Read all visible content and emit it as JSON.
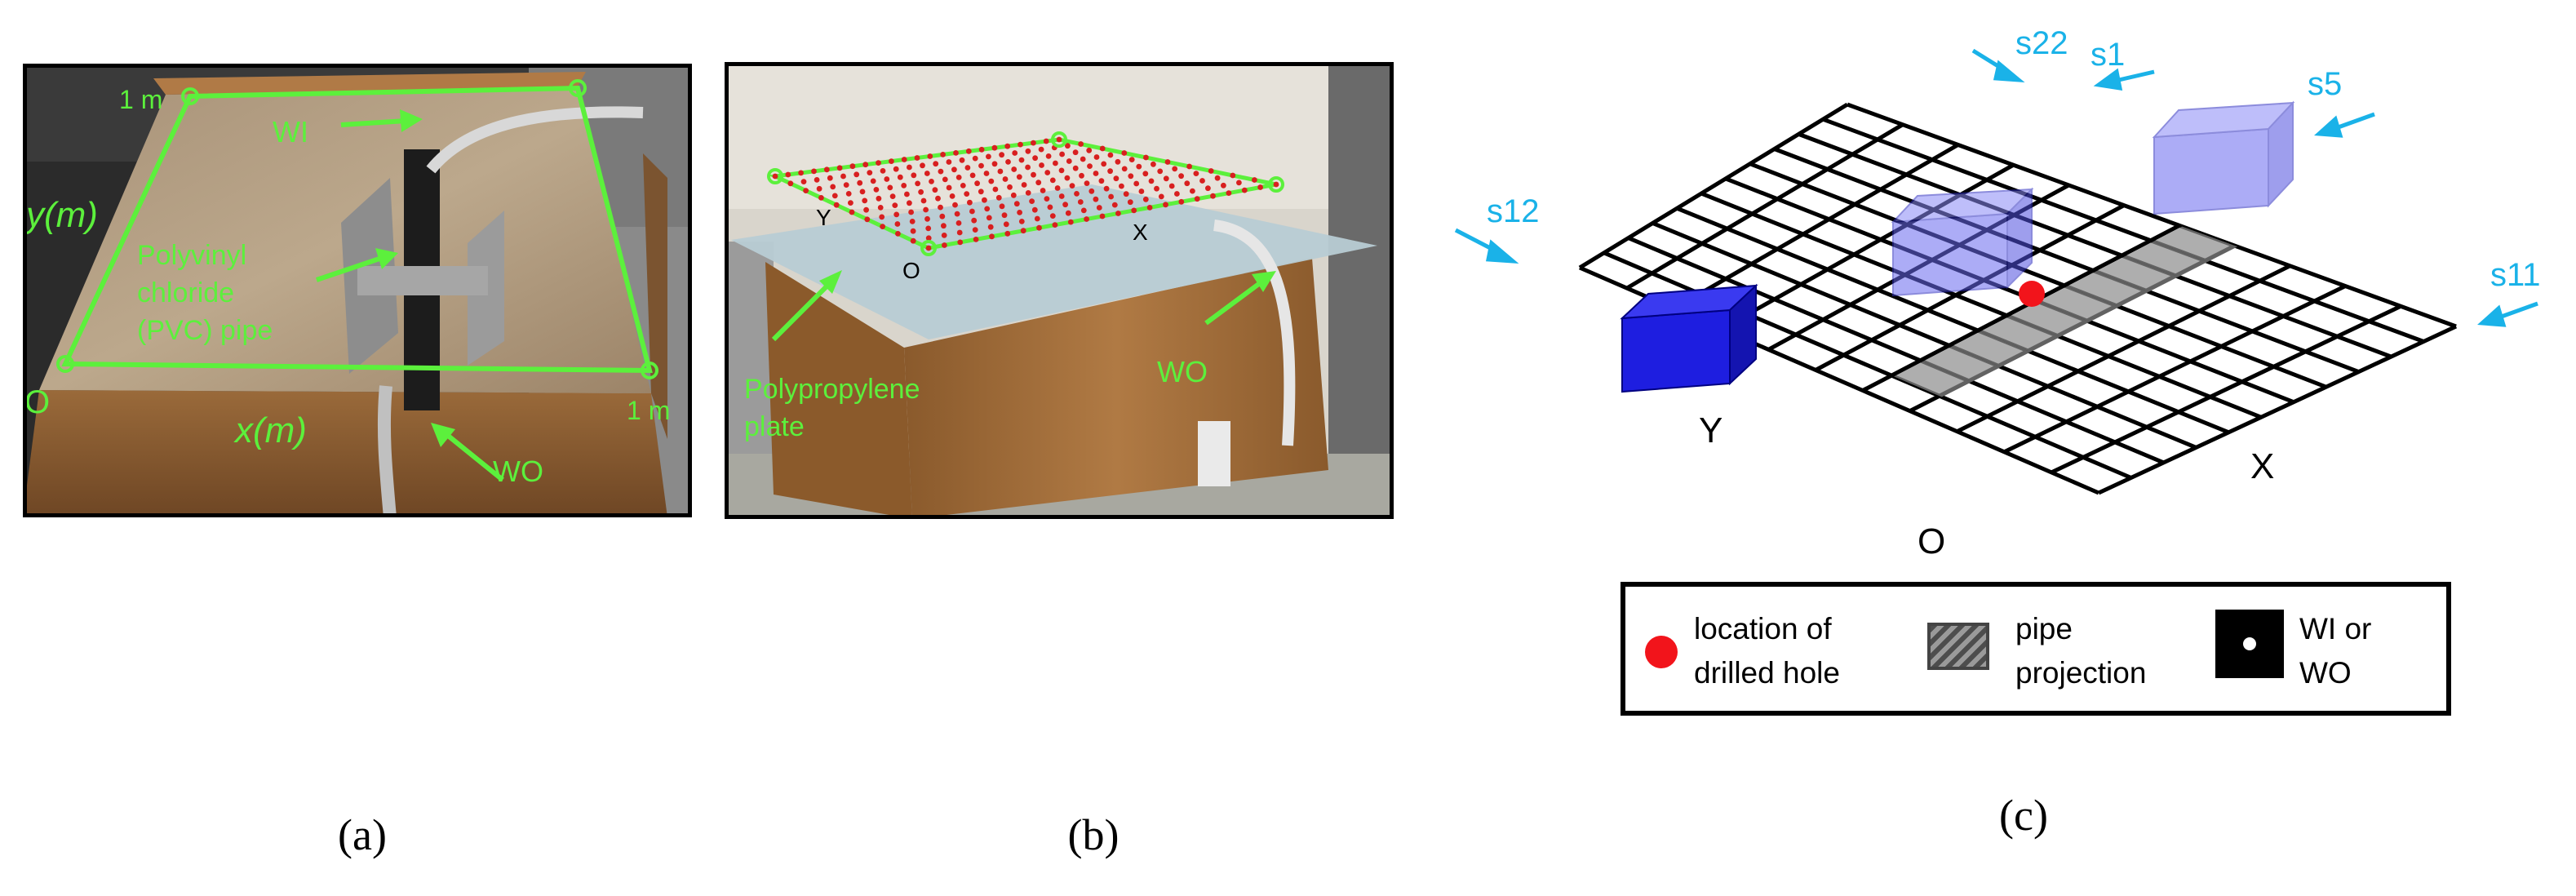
{
  "panel_a": {
    "caption": "(a)",
    "labels": {
      "corner_1m_top": "1 m",
      "corner_1m_right": "1 m",
      "origin": "O",
      "y_axis": "y(m)",
      "x_axis": "x(m)",
      "wi": "WI",
      "wo": "WO",
      "pipe_line1": "Polyvinyl",
      "pipe_line2": "chloride",
      "pipe_line3": "(PVC) pipe"
    }
  },
  "panel_b": {
    "caption": "(b)",
    "labels": {
      "y": "Y",
      "x": "X",
      "origin": "O",
      "wo": "WO",
      "plate_line1": "Polypropylene",
      "plate_line2": "plate"
    }
  },
  "panel_c": {
    "caption": "(c)",
    "sources": [
      "s22",
      "s1",
      "s5",
      "s12",
      "s11"
    ],
    "axis_y": "Y",
    "axis_x": "X",
    "origin": "O",
    "legend": {
      "hole_line1": "location of",
      "hole_line2": "drilled hole",
      "pipe_line1": "pipe",
      "pipe_line2": "projection",
      "wi_line1": "WI or",
      "wi_line2": "WO"
    }
  },
  "colors": {
    "annotation_green": "#5cf03c",
    "source_blue": "#1ab2e8",
    "hole_red": "#f2141b",
    "box_blue": "#1e1ee0"
  }
}
